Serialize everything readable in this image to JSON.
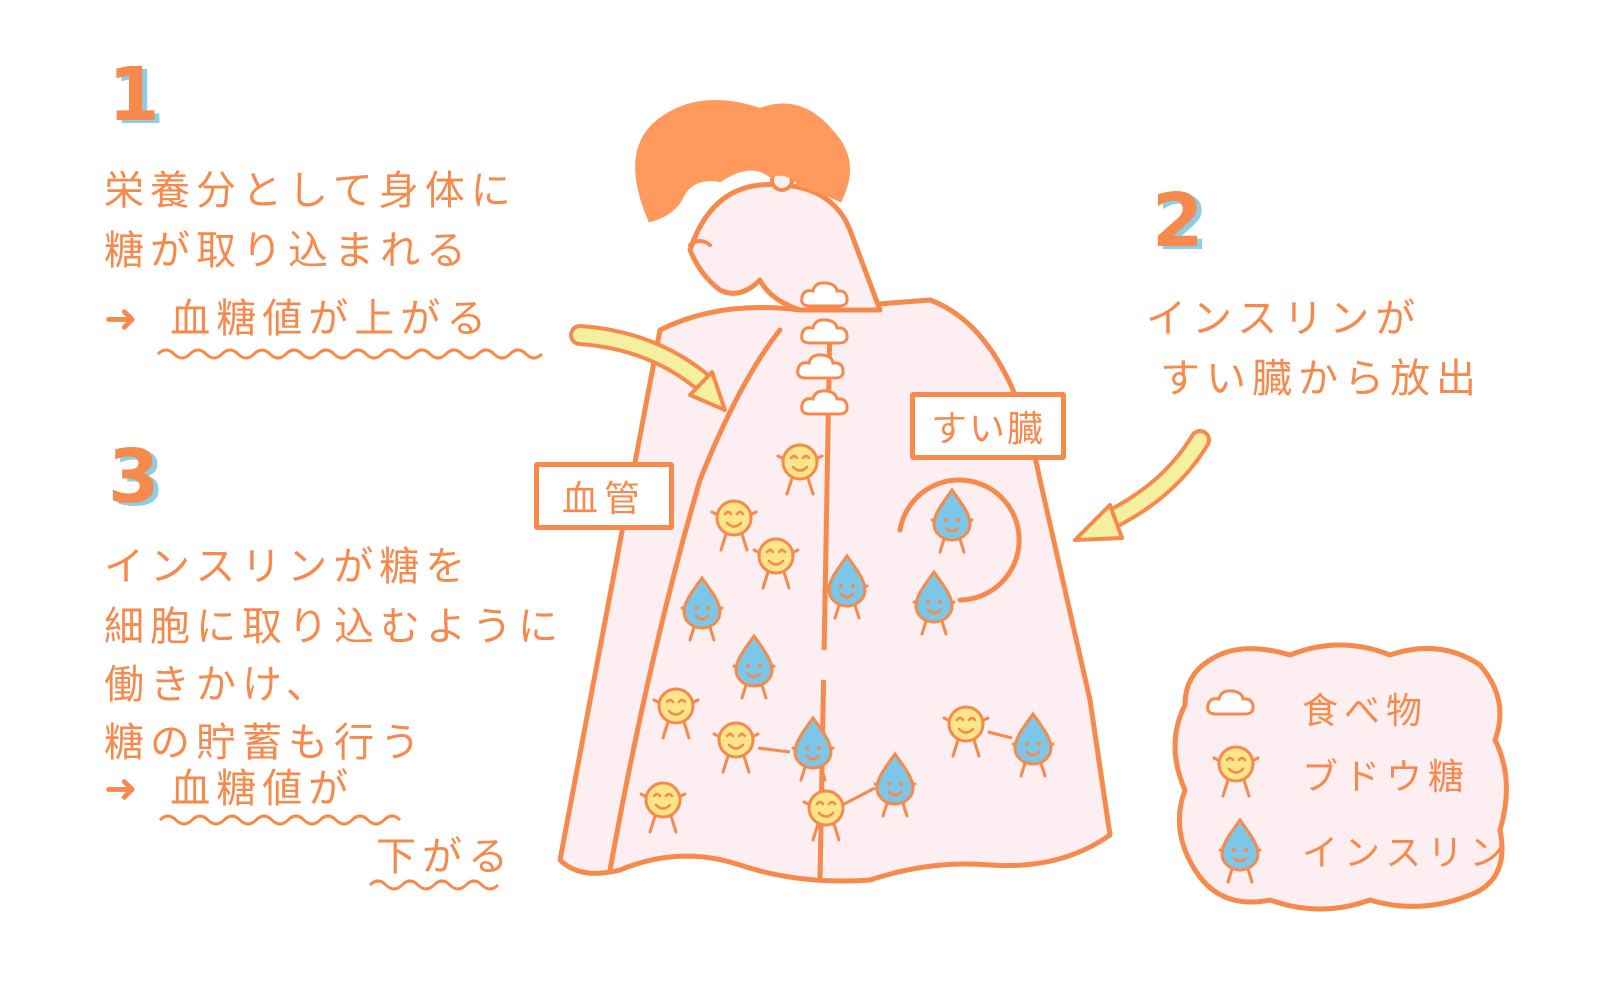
{
  "steps": [
    {
      "number": "1",
      "lines": [
        "栄養分として身体に",
        "糖が取り込まれる"
      ],
      "result": "血糖値が上がる"
    },
    {
      "number": "2",
      "lines": [
        "インスリンが",
        "すい臓から放出"
      ]
    },
    {
      "number": "3",
      "lines": [
        "インスリンが糖を",
        "細胞に取り込むように",
        "働きかけ、",
        "糖の貯蓄も行う"
      ],
      "result": "血糖値が",
      "result_continued": "下がる"
    }
  ],
  "labels": {
    "blood_vessel": "血管",
    "pancreas": "すい臓"
  },
  "legend": [
    {
      "icon": "cloud-icon",
      "label": "食べ物"
    },
    {
      "icon": "glucose-icon",
      "label": "ブドウ糖"
    },
    {
      "icon": "insulin-drop-icon",
      "label": "インスリン"
    }
  ],
  "colors": {
    "outline": "#f58a4c",
    "hair": "#ff9a5c",
    "skin": "#fdeef2",
    "arrow": "#f5f0a0",
    "glucose": "#ffe58a",
    "insulin": "#7cc6e8",
    "number_shadow": "#8ecde8"
  }
}
